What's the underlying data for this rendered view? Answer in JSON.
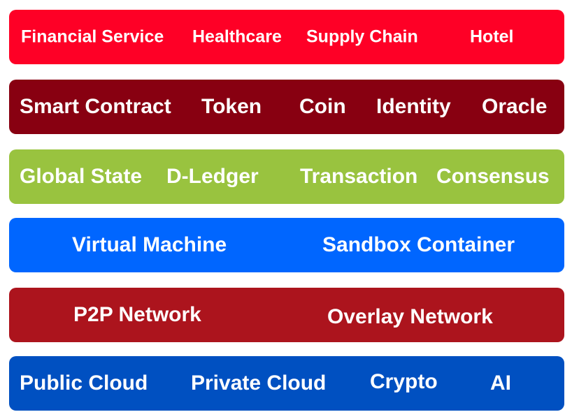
{
  "layers": [
    {
      "color": "#fe0026",
      "items": [
        "Financial Service",
        "Healthcare",
        "Supply Chain",
        "Hotel"
      ]
    },
    {
      "color": "#880011",
      "items": [
        "Smart Contract",
        "Token",
        "Coin",
        "Identity",
        "Oracle"
      ]
    },
    {
      "color": "#99c33f",
      "items": [
        "Global State",
        "D-Ledger",
        "Transaction",
        "Consensus"
      ]
    },
    {
      "color": "#0066ff",
      "items": [
        "Virtual Machine",
        "Sandbox Container"
      ]
    },
    {
      "color": "#ac141d",
      "items": [
        "P2P Network",
        "Overlay Network"
      ]
    },
    {
      "color": "#0050c1",
      "items": [
        "Public Cloud",
        "Private Cloud",
        "Crypto",
        "AI"
      ]
    }
  ]
}
